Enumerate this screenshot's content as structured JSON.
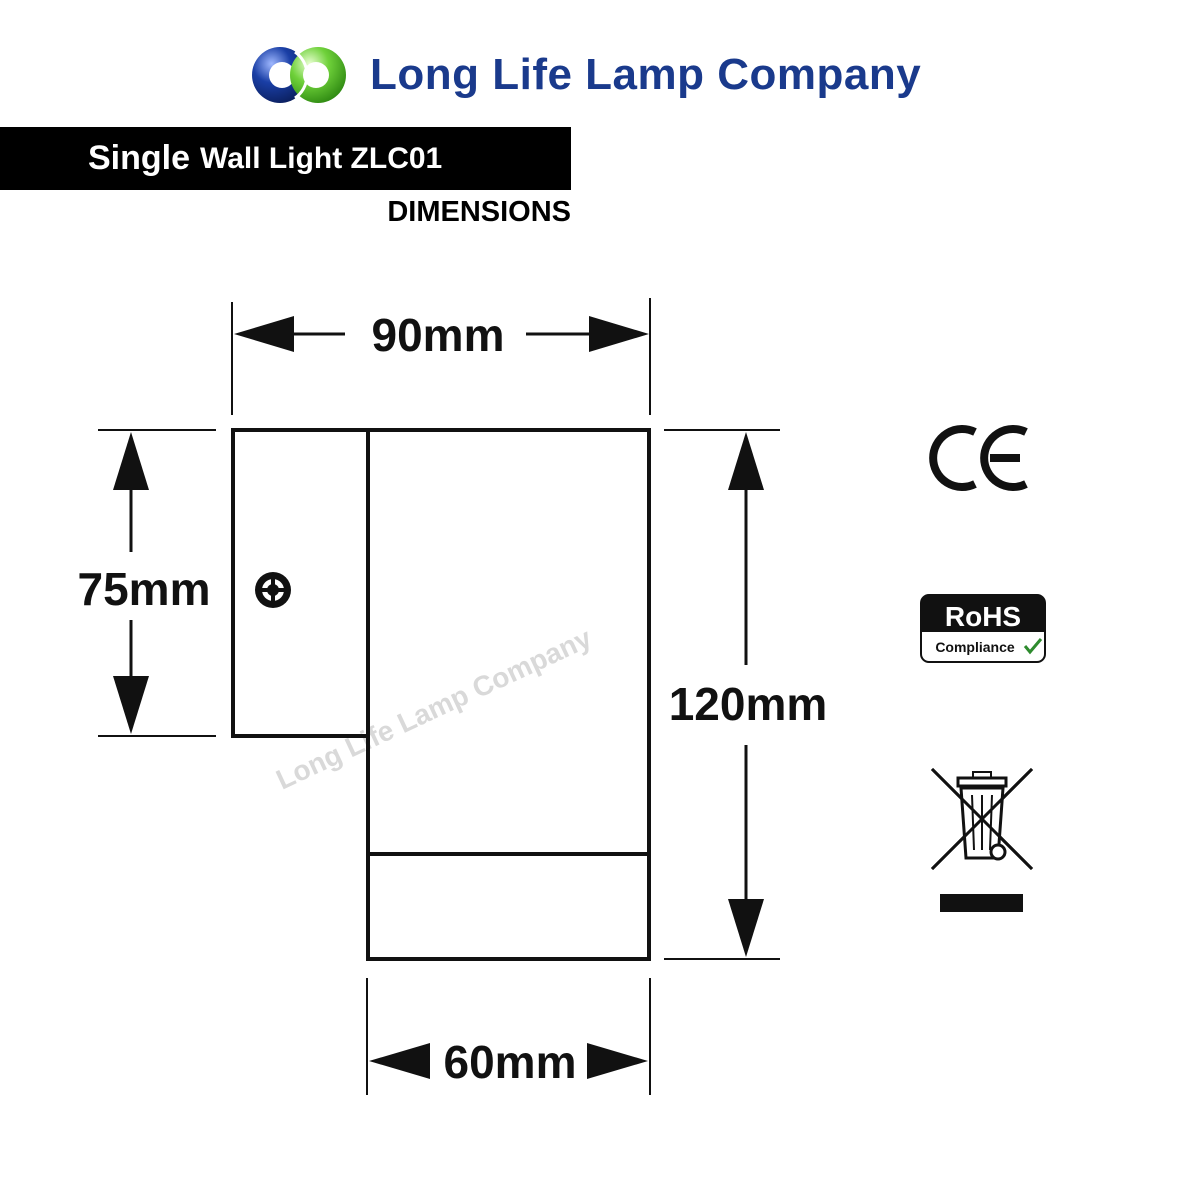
{
  "brand": {
    "name": "Long Life Lamp Company",
    "color": "#1a3a8c"
  },
  "product": {
    "title_part1": "Single",
    "title_part2": "Wall Light ZLC01",
    "subtitle": "DIMENSIONS"
  },
  "dimensions": {
    "overall_width": "90mm",
    "base_height": "75mm",
    "overall_height": "120mm",
    "body_width": "60mm"
  },
  "watermark": "Long Life Lamp Company",
  "certifications": {
    "ce": "CE",
    "rohs_title": "RoHS",
    "rohs_subtitle": "Compliance",
    "weee_icon": "crossed-out-wheelie-bin-icon"
  },
  "colors": {
    "logo_blue": "#1a3fa6",
    "logo_green": "#6fd13a",
    "rohs_check": "#2e8b2e",
    "line": "#111111"
  }
}
